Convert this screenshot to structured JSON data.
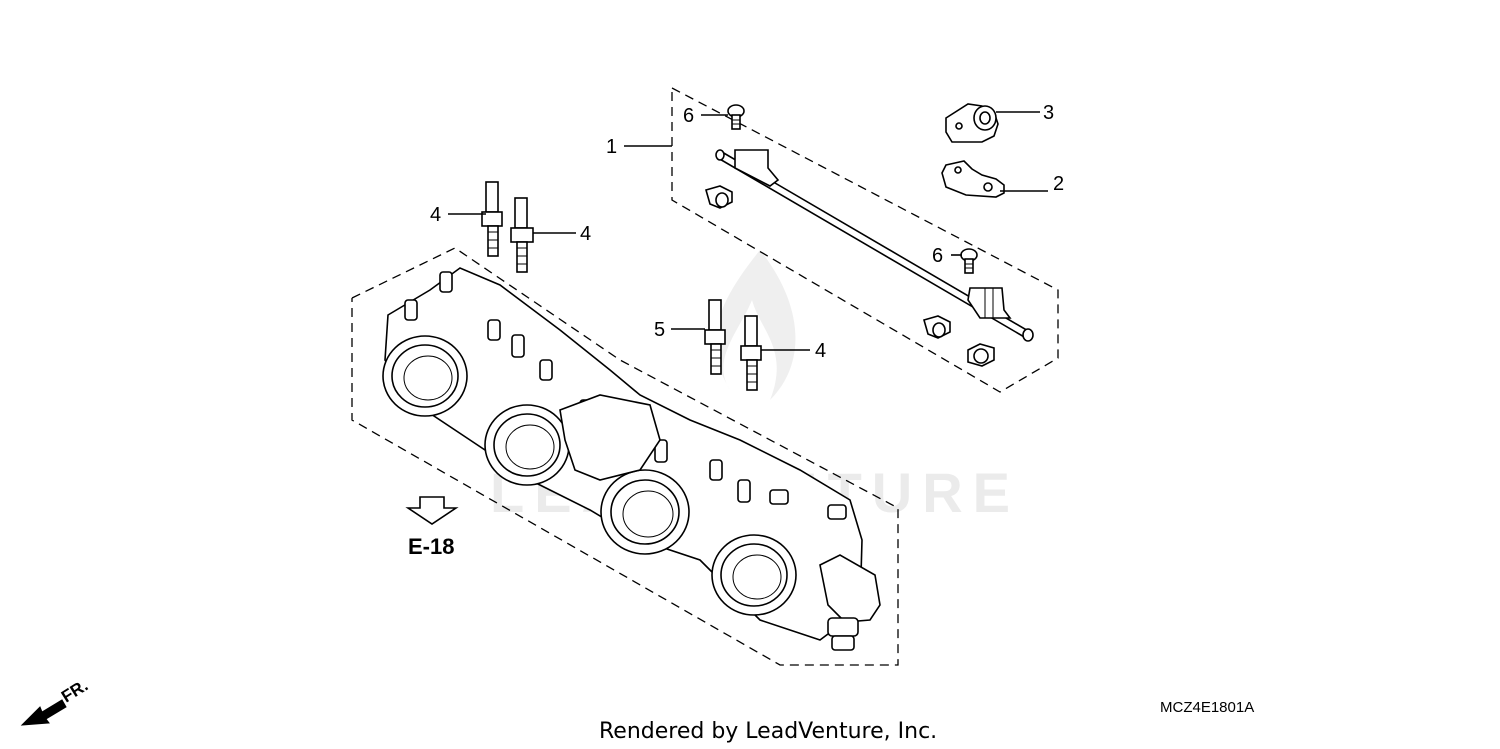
{
  "diagram": {
    "callouts": {
      "c1": "1",
      "c2": "2",
      "c3": "3",
      "c4a": "4",
      "c4b": "4",
      "c4c": "4",
      "c5": "5",
      "c6a": "6",
      "c6b": "6"
    },
    "reference": "E-18",
    "direction_label": "FR.",
    "diagram_code": "MCZ4E1801A",
    "watermark": "LEADVENTURE",
    "footer": "Rendered by LeadVenture, Inc."
  },
  "icons": {
    "reference_arrow": "down-arrow-outline-icon",
    "direction_arrow": "front-direction-arrow-icon",
    "watermark_logo": "flame-logo-icon"
  }
}
